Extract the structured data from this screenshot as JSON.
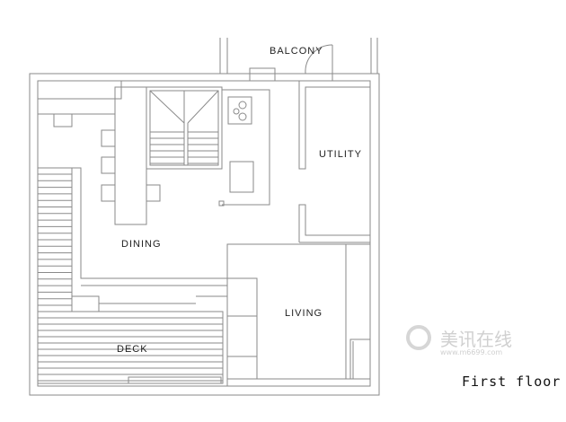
{
  "plan": {
    "title": "First floor",
    "rooms": {
      "balcony": "BALCONY",
      "utility": "UTILITY",
      "dining": "DINING",
      "living": "LIVING",
      "deck": "DECK"
    }
  },
  "watermark": {
    "brand": "美讯在线",
    "url": "www.m6699.com"
  },
  "colors": {
    "line": "#8a8a8a",
    "text": "#222222"
  }
}
